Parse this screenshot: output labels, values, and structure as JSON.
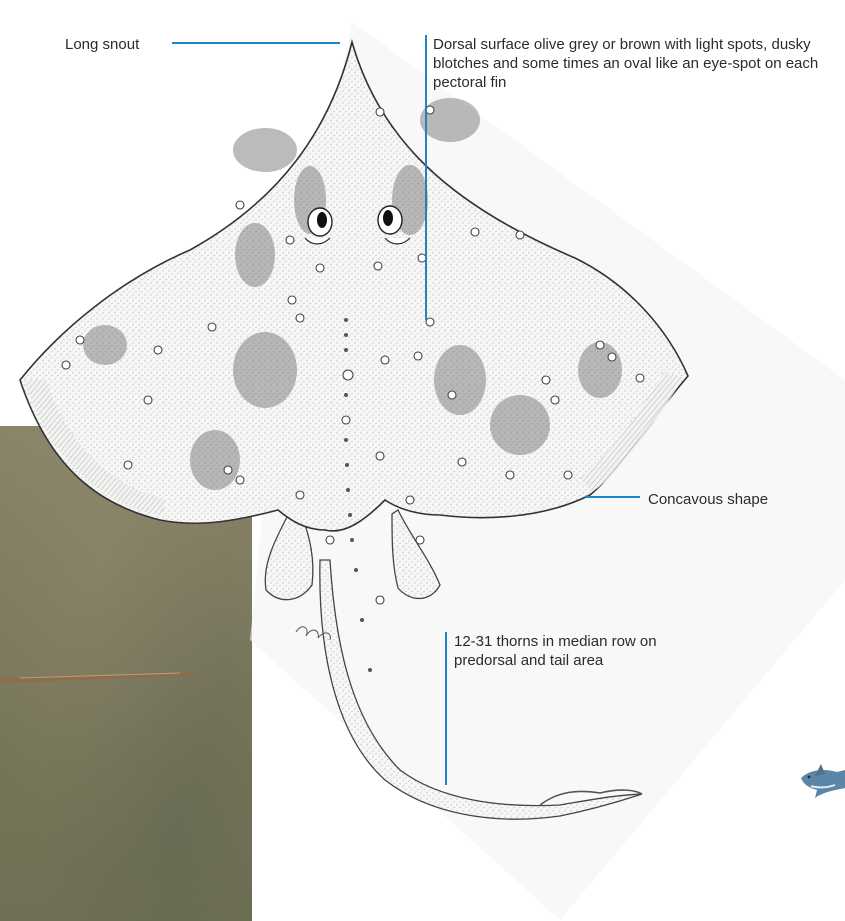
{
  "annotations": {
    "snout": "Long snout",
    "dorsal": "Dorsal surface olive grey or brown with light spots, dusky blotches and some times an oval like an eye-spot on each pectoral fin",
    "concave": "Concavous shape",
    "thorns": "12-31 thorns in median row on predorsal and tail area"
  },
  "colors": {
    "callout_line": "#1b86c4",
    "text": "#2b2b2b",
    "photo_background": "#7d7a60"
  },
  "decorations": {
    "photo": "seafloor-photo-with-fish",
    "corner_icon": "shark-icon"
  }
}
